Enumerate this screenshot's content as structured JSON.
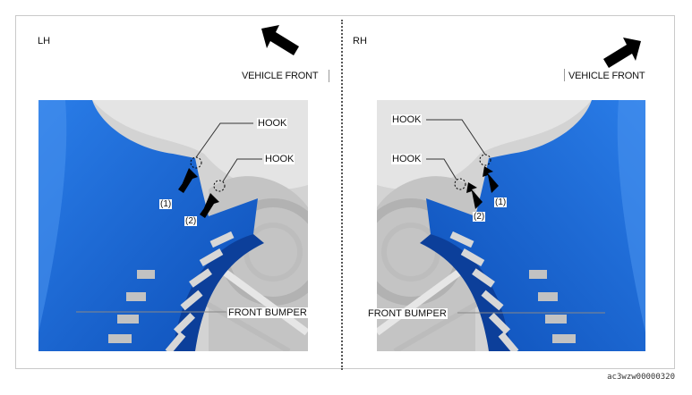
{
  "left_panel": {
    "side": "LH",
    "direction": "VEHICLE FRONT",
    "hook_1": "HOOK",
    "hook_2": "HOOK",
    "step_1": "(1)",
    "step_2": "(2)",
    "bumper": "FRONT BUMPER"
  },
  "right_panel": {
    "side": "RH",
    "direction": "VEHICLE FRONT",
    "hook_1": "HOOK",
    "hook_2": "HOOK",
    "step_1": "(1)",
    "step_2": "(2)",
    "bumper": "FRONT BUMPER"
  },
  "reference_code": "ac3wzw00000320",
  "colors": {
    "bumper_blue": "#1f6fd6",
    "bumper_dark": "#0c3f9a",
    "background_gray": "#cfcfcf"
  }
}
